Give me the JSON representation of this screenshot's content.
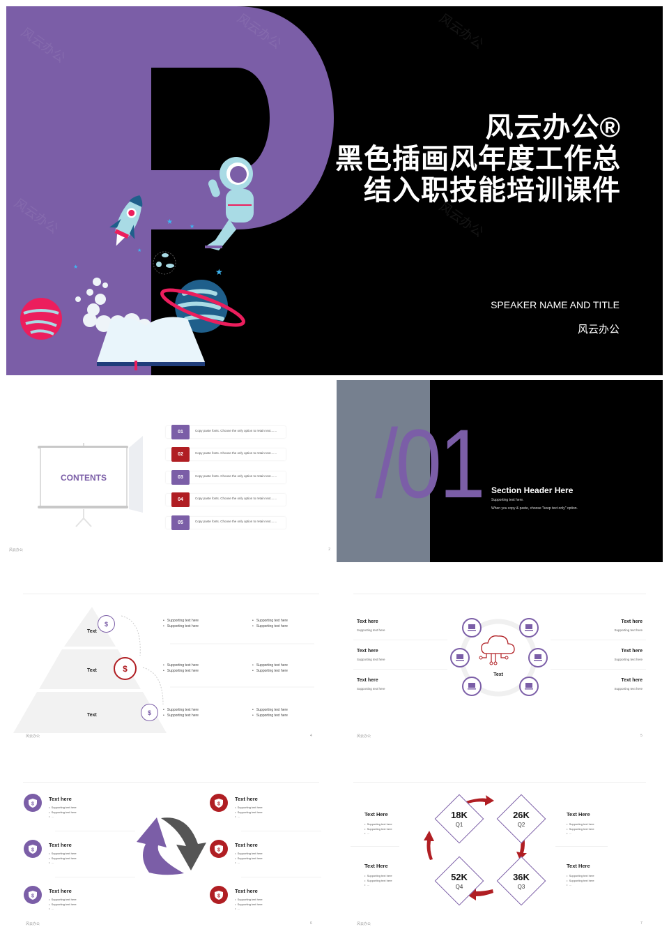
{
  "slide1": {
    "title_lines": [
      "风云办公®",
      "黑色插画风年度工作总",
      "结入职技能培训课件"
    ],
    "speaker": "SPEAKER NAME AND TITLE",
    "brand": "风云办公",
    "watermark": "风云办公",
    "colors": {
      "purple": "#7b5ea7",
      "background": "#000000"
    }
  },
  "slide2": {
    "screen_label": "CONTENTS",
    "items": [
      {
        "num": "01",
        "text": "Copy paste fonts. Choose the only option to retain text.......",
        "color": "#7b5ea7"
      },
      {
        "num": "02",
        "text": "Copy paste fonts. Choose the only option to retain text.......",
        "color": "#b01e23"
      },
      {
        "num": "03",
        "text": "Copy paste fonts. Choose the only option to retain text.......",
        "color": "#7b5ea7"
      },
      {
        "num": "04",
        "text": "Copy paste fonts. Choose the only option to retain text.......",
        "color": "#b01e23"
      },
      {
        "num": "05",
        "text": "Copy paste fonts. Choose the only option to retain text.......",
        "color": "#7b5ea7"
      }
    ],
    "footer_brand": "风云办公",
    "page": "2"
  },
  "slide3": {
    "number": "/01",
    "header": "Section Header Here",
    "sub1": "Supporting text here.",
    "sub2": "When you copy & paste, choose \"keep text only\" option."
  },
  "slide4": {
    "levels": [
      "Text",
      "Text",
      "Text"
    ],
    "bullet": "Supporting text here",
    "footer_brand": "风云办公",
    "page": "4"
  },
  "slide5": {
    "center": "Text",
    "items_left": [
      {
        "title": "Text here",
        "sub": "Supporting text here"
      },
      {
        "title": "Text here",
        "sub": "Supporting text here"
      },
      {
        "title": "Text here",
        "sub": "Supporting text here"
      }
    ],
    "items_right": [
      {
        "title": "Text here",
        "sub": "Supporting text here"
      },
      {
        "title": "Text here",
        "sub": "Supporting text here"
      },
      {
        "title": "Text here",
        "sub": "Supporting text here"
      }
    ],
    "footer_brand": "风云办公",
    "page": "5"
  },
  "slide6": {
    "left": [
      {
        "title": "Text here",
        "b1": "Supporting text here",
        "b2": "Supporting text here",
        "b3": "..."
      },
      {
        "title": "Text here",
        "b1": "Supporting text here",
        "b2": "Supporting text here",
        "b3": "..."
      },
      {
        "title": "Text here",
        "b1": "Supporting text here",
        "b2": "Supporting text here",
        "b3": "..."
      }
    ],
    "right": [
      {
        "title": "Text here",
        "b1": "Supporting text here",
        "b2": "Supporting text here",
        "b3": "..."
      },
      {
        "title": "Text here",
        "b1": "Supporting text here",
        "b2": "Supporting text here",
        "b3": "..."
      },
      {
        "title": "Text here",
        "b1": "Supporting text here",
        "b2": "Supporting text here",
        "b3": "..."
      }
    ],
    "footer_brand": "风云办公",
    "page": "6"
  },
  "slide7": {
    "quarters": [
      {
        "value": "18K",
        "label": "Q1"
      },
      {
        "value": "26K",
        "label": "Q2"
      },
      {
        "value": "36K",
        "label": "Q3"
      },
      {
        "value": "52K",
        "label": "Q4"
      }
    ],
    "blocks": [
      {
        "title": "Text Here",
        "b1": "Supporting text here",
        "b2": "Supporting text here",
        "b3": "..."
      },
      {
        "title": "Text Here",
        "b1": "Supporting text here",
        "b2": "Supporting text here",
        "b3": "..."
      },
      {
        "title": "Text Here",
        "b1": "Supporting text here",
        "b2": "Supporting text here",
        "b3": "..."
      },
      {
        "title": "Text Here",
        "b1": "Supporting text here",
        "b2": "Supporting text here",
        "b3": "..."
      }
    ],
    "footer_brand": "风云办公",
    "page": "7"
  }
}
